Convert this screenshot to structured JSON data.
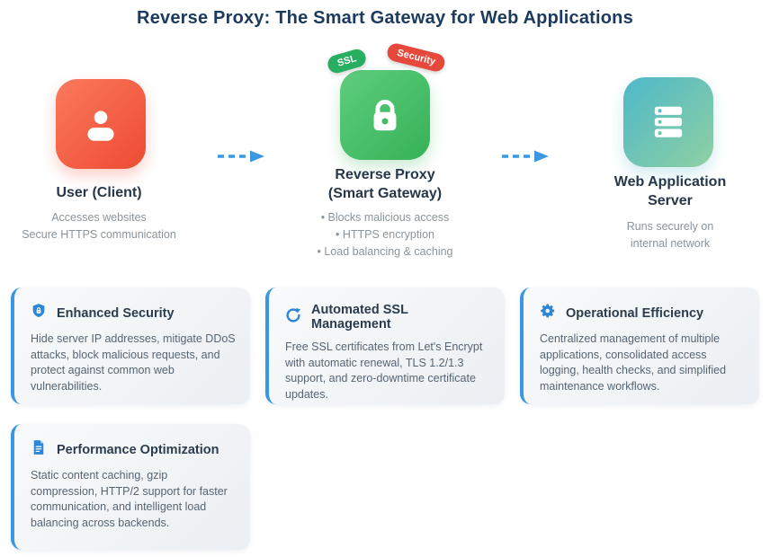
{
  "title": "Reverse Proxy: The Smart Gateway for Web Applications",
  "colors": {
    "title_text": "#1b3a5c",
    "accent_blue": "#3b97e3",
    "arrow_blue": "#3b97e3",
    "badge_green": "#27ae60",
    "badge_red": "#e6493c",
    "user_gradient_start": "#fa7a5c",
    "user_gradient_end": "#ee4a33",
    "proxy_gradient_start": "#5ecd7d",
    "proxy_gradient_end": "#36b258",
    "server_gradient_start": "#4eb8ca",
    "server_gradient_end": "#8fd0a2",
    "muted_text": "#8a949c",
    "card_body_text": "#566573"
  },
  "flow": {
    "user": {
      "label": "User (Client)",
      "desc_lines": [
        "Accesses websites",
        "Secure HTTPS communication"
      ]
    },
    "proxy": {
      "label_line1": "Reverse Proxy",
      "label_line2": "(Smart Gateway)",
      "badge_ssl": "SSL",
      "badge_security": "Security",
      "bullets": [
        "• Blocks malicious access",
        "• HTTPS encryption",
        "• Load balancing & caching"
      ]
    },
    "server": {
      "label_line1": "Web Application",
      "label_line2": "Server",
      "desc_lines": [
        "Runs securely on",
        "internal network"
      ]
    }
  },
  "cards": [
    {
      "icon": "shield-lock-icon",
      "title": "Enhanced Security",
      "body": "Hide server IP addresses, mitigate DDoS attacks, block malicious requests, and protect against common web vulnerabilities."
    },
    {
      "icon": "refresh-icon",
      "title": "Automated SSL Management",
      "body": "Free SSL certificates from Let's Encrypt with automatic renewal, TLS 1.2/1.3 support, and zero-downtime certificate updates."
    },
    {
      "icon": "gear-icon",
      "title": "Operational Efficiency",
      "body": "Centralized management of multiple applications, consolidated access logging, health checks, and simplified maintenance workflows."
    },
    {
      "icon": "document-icon",
      "title": "Performance Optimization",
      "body": "Static content caching, gzip compression, HTTP/2 support for faster communication, and intelligent load balancing across backends."
    }
  ]
}
